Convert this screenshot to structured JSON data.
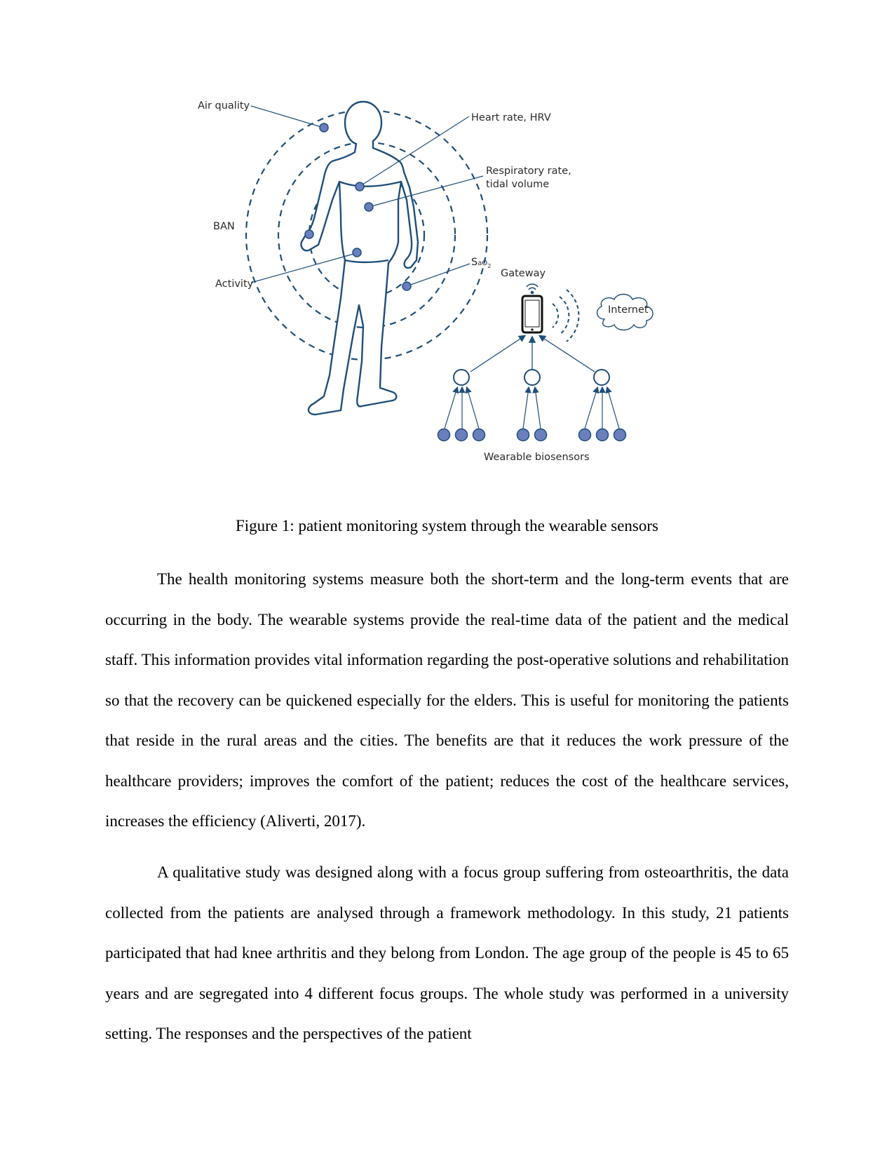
{
  "figure": {
    "labels": {
      "air_quality": "Air quality",
      "heart_rate": "Heart rate, HRV",
      "respiratory_line1": "Respiratory rate,",
      "respiratory_line2": "tidal volume",
      "ban": "BAN",
      "activity": "Activity",
      "sao2_main": "S",
      "sao2_sub": "aO",
      "sao2_sub2": "2",
      "gateway": "Gateway",
      "internet": "Internet",
      "wearable_biosensors": "Wearable biosensors"
    },
    "colors": {
      "line": "#1f4e79",
      "sensor_fill": "#6b7fbd",
      "text": "#2b2b2b"
    }
  },
  "caption": "Figure 1: patient monitoring system through the wearable sensors",
  "paragraphs": [
    "The health monitoring systems measure both the short-term and the long-term events that are occurring in the body. The wearable systems provide the real-time data of the patient and the medical staff. This information provides vital information regarding the post-operative solutions and rehabilitation so that the recovery can be quickened especially for the elders. This is useful for monitoring the patients that reside in the rural areas and the cities. The benefits are that it reduces the work pressure of the healthcare providers; improves the comfort of the patient; reduces the cost of the healthcare services, increases the efficiency (Aliverti, 2017).",
    "A qualitative study was designed along with a focus group suffering from osteoarthritis, the data collected from the patients are analysed through a framework methodology. In this study, 21 patients participated that had knee arthritis and they belong from London. The age group of the people is 45 to 65 years and are segregated into 4 different focus groups. The whole study was performed in a university setting. The responses and the perspectives of the patient"
  ]
}
